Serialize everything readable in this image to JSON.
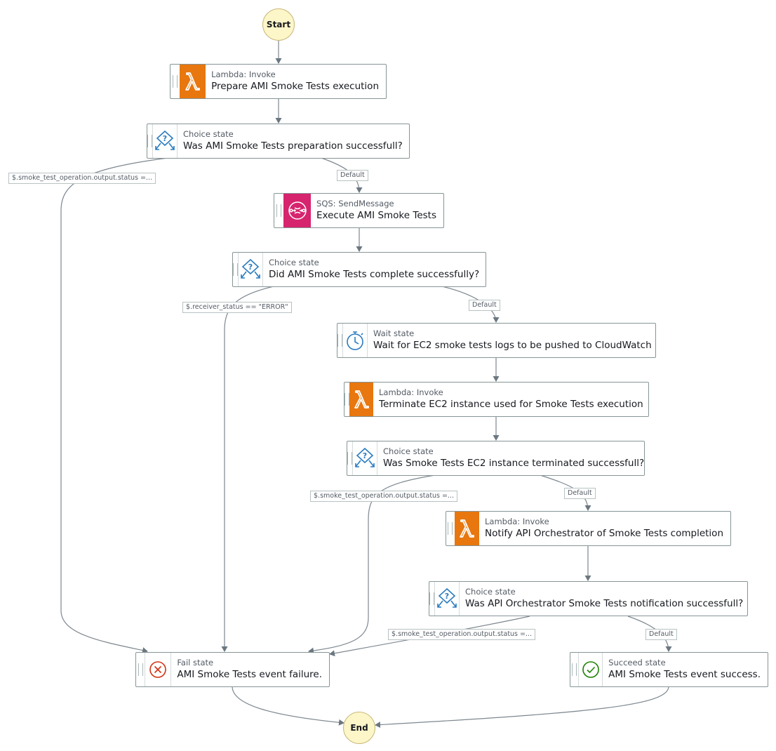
{
  "terminals": {
    "start": "Start",
    "end": "End"
  },
  "nodes": {
    "n1": {
      "kind": "Lambda: Invoke",
      "title": "Prepare AMI Smoke Tests execution",
      "icon": "lambda-icon"
    },
    "n2": {
      "kind": "Choice state",
      "title": "Was AMI Smoke Tests preparation successfull?",
      "icon": "choice-icon"
    },
    "n3": {
      "kind": "SQS: SendMessage",
      "title": "Execute AMI Smoke Tests",
      "icon": "sqs-icon"
    },
    "n4": {
      "kind": "Choice state",
      "title": "Did AMI Smoke Tests complete successfully?",
      "icon": "choice-icon"
    },
    "n5": {
      "kind": "Wait state",
      "title": "Wait for EC2 smoke tests logs to be pushed to CloudWatch",
      "icon": "stopwatch-icon"
    },
    "n6": {
      "kind": "Lambda: Invoke",
      "title": "Terminate EC2 instance used for Smoke Tests execution",
      "icon": "lambda-icon"
    },
    "n7": {
      "kind": "Choice state",
      "title": "Was Smoke Tests EC2 instance terminated successfull?",
      "icon": "choice-icon"
    },
    "n8": {
      "kind": "Lambda: Invoke",
      "title": "Notify API Orchestrator of Smoke Tests completion",
      "icon": "lambda-icon"
    },
    "n9": {
      "kind": "Choice state",
      "title": "Was API Orchestrator Smoke Tests notification successfull?",
      "icon": "choice-icon"
    },
    "fail": {
      "kind": "Fail state",
      "title": "AMI Smoke Tests event failure.",
      "icon": "fail-x-icon"
    },
    "succeed": {
      "kind": "Succeed state",
      "title": "AMI Smoke Tests event success.",
      "icon": "checkmark-icon"
    }
  },
  "edge_labels": {
    "e2_fail": "$.smoke_test_operation.output.status =...",
    "e2_default": "Default",
    "e4_fail": "$.receiver_status == \"ERROR\"",
    "e4_default": "Default",
    "e7_fail": "$.smoke_test_operation.output.status =...",
    "e7_default": "Default",
    "e9_fail": "$.smoke_test_operation.output.status =...",
    "e9_default": "Default"
  },
  "colors": {
    "lambda": "#e8770f",
    "sqs": "#d6246e",
    "choice": "#2a7bbf",
    "fail": "#d13212",
    "succeed": "#1d8102",
    "terminal_fill": "#fdf6c9",
    "edge": "#6b7780"
  }
}
